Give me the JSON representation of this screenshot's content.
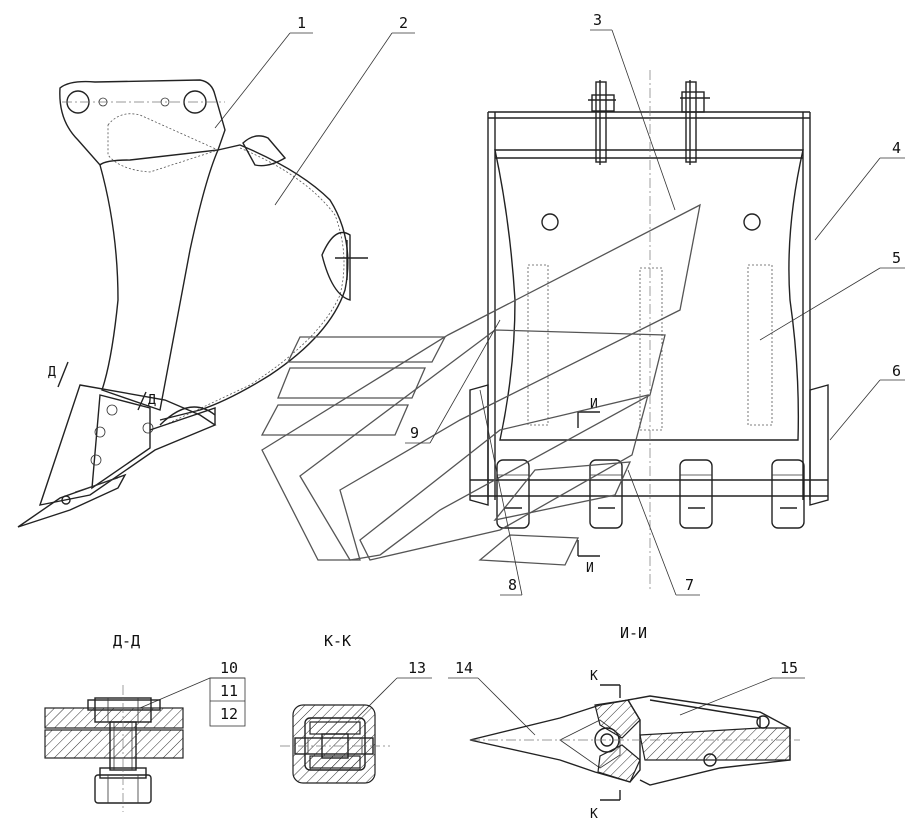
{
  "callouts": [
    "1",
    "2",
    "3",
    "4",
    "5",
    "6",
    "7",
    "8",
    "9",
    "10",
    "11",
    "12",
    "13",
    "14",
    "15"
  ],
  "section_titles": {
    "dd": "Д-Д",
    "kk": "К-К",
    "ii": "И-И"
  },
  "cut_marks": {
    "d_left": "Д",
    "d_right": "Д",
    "i_top": "И",
    "i_bottom": "И",
    "k_top": "К",
    "k_bottom": "К"
  }
}
